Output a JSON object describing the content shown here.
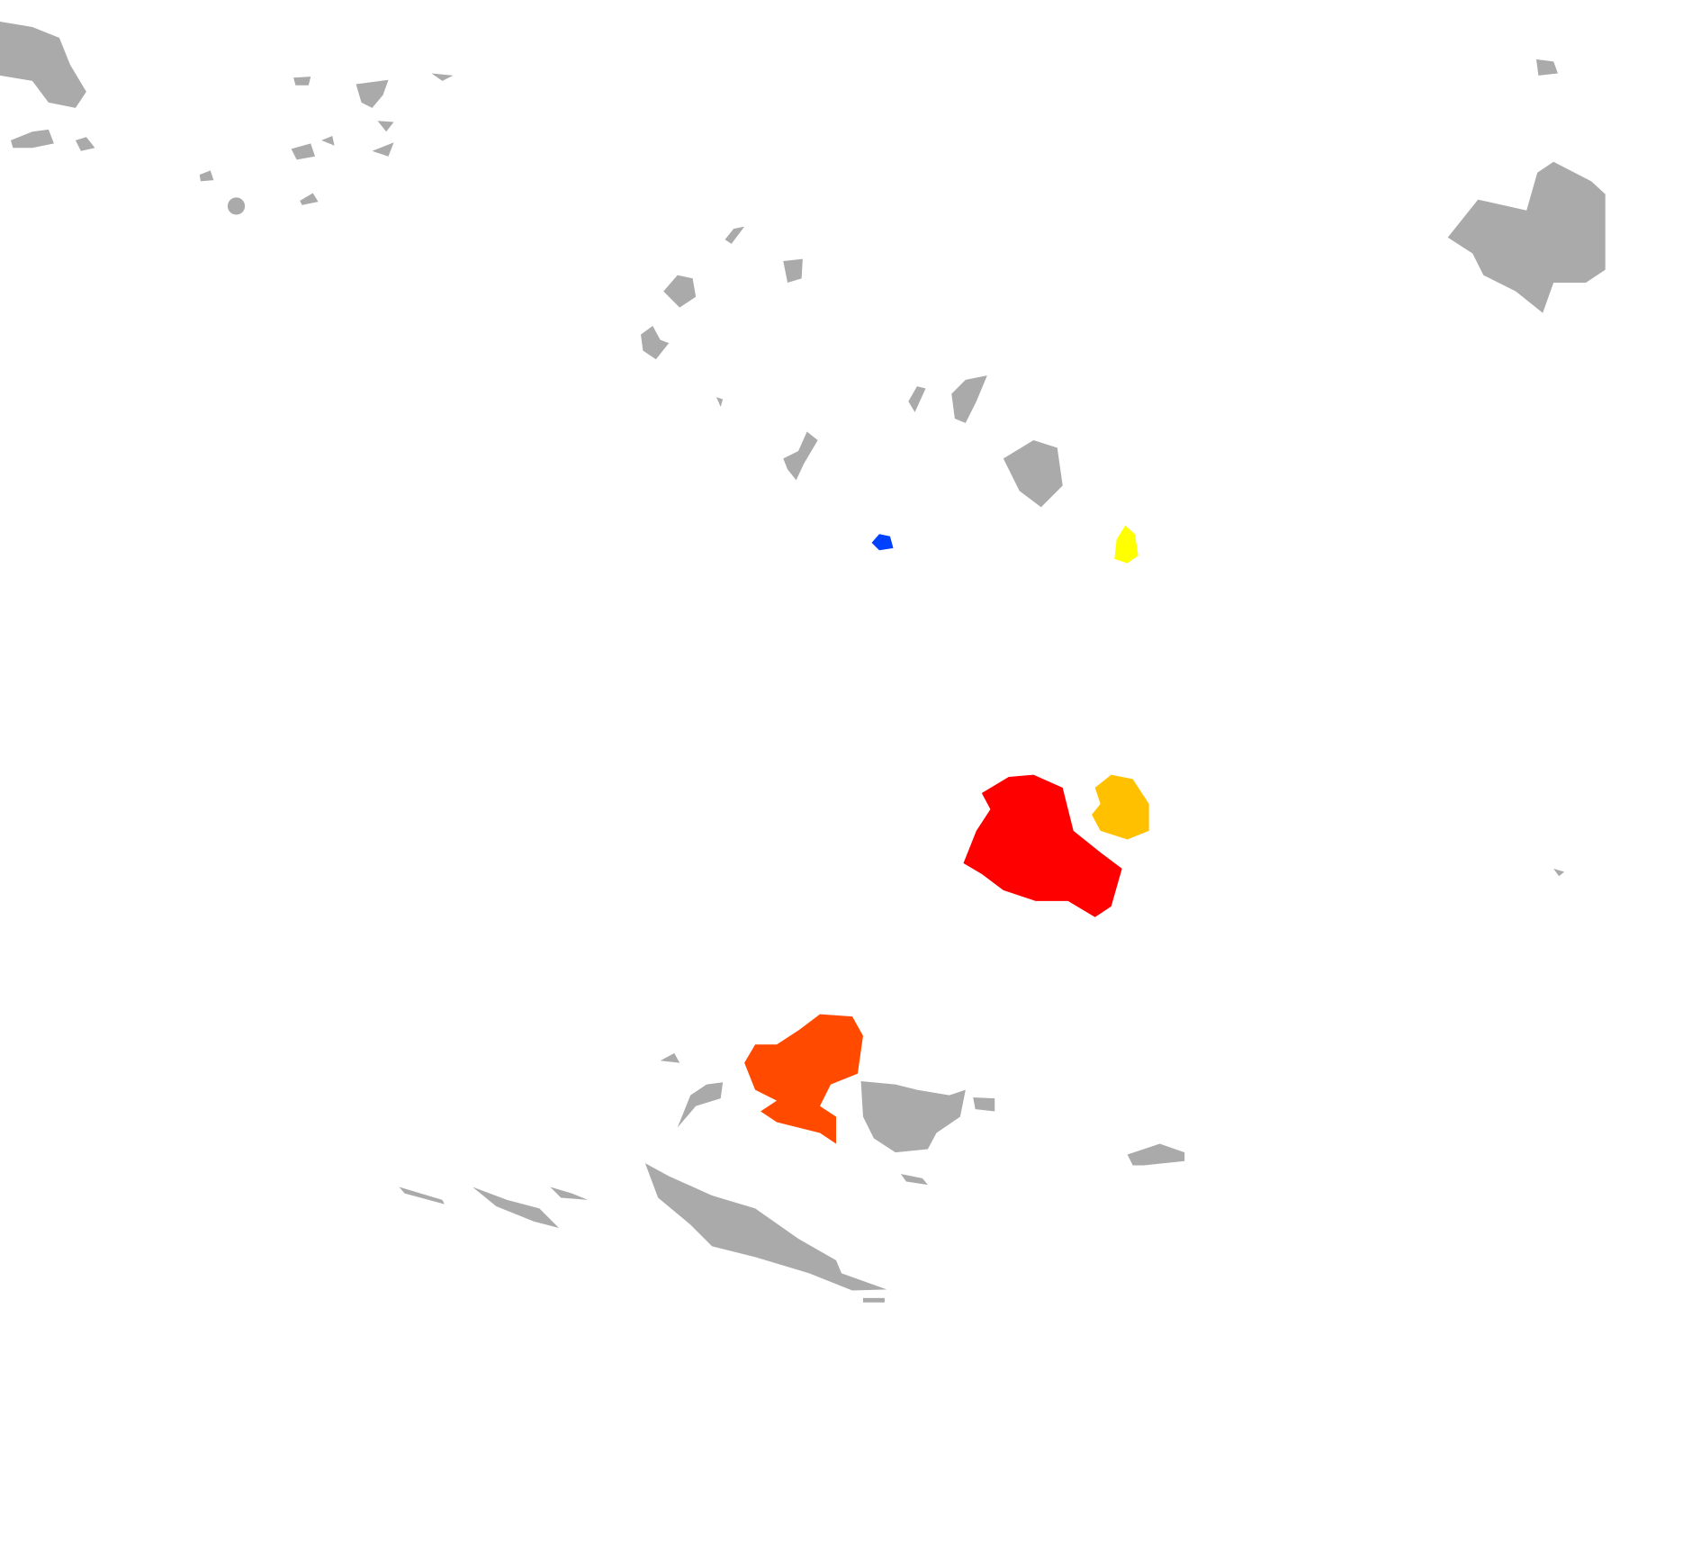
{
  "map": {
    "background_color": "#ffffff",
    "base_land_color": "#aaaaaa",
    "highlighted_regions": [
      {
        "id": "region-red",
        "color": "#ff0000"
      },
      {
        "id": "region-orange-red",
        "color": "#ff4a00"
      },
      {
        "id": "region-amber",
        "color": "#ffc000"
      },
      {
        "id": "region-yellow",
        "color": "#ffff00"
      },
      {
        "id": "region-blue",
        "color": "#0040ff"
      }
    ]
  }
}
